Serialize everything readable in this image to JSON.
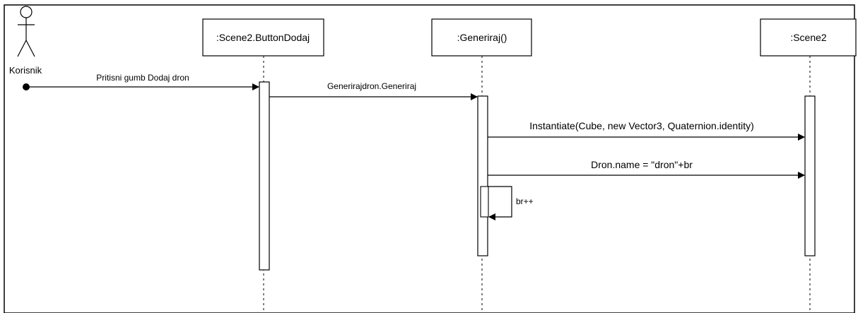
{
  "diagram": {
    "type": "sequence",
    "actor": {
      "name": "Korisnik"
    },
    "participants": [
      {
        "id": "button",
        "label": ":Scene2.ButtonDodaj"
      },
      {
        "id": "generiraj",
        "label": ":Generiraj()"
      },
      {
        "id": "scene2",
        "label": ":Scene2"
      }
    ],
    "messages": [
      {
        "from": "actor",
        "to": "button",
        "label": "Pritisni gumb Dodaj dron"
      },
      {
        "from": "button",
        "to": "generiraj",
        "label": "Generirajdron.Generiraj"
      },
      {
        "from": "generiraj",
        "to": "scene2",
        "label": "Instantiate(Cube, new Vector3, Quaternion.identity)"
      },
      {
        "from": "generiraj",
        "to": "scene2",
        "label": "Dron.name = \"dron\"+br"
      },
      {
        "from": "generiraj",
        "to": "generiraj",
        "label": "br++",
        "self": true
      }
    ],
    "colors": {
      "line": "#000000",
      "background": "#ffffff",
      "box_fill": "#ffffff"
    }
  }
}
